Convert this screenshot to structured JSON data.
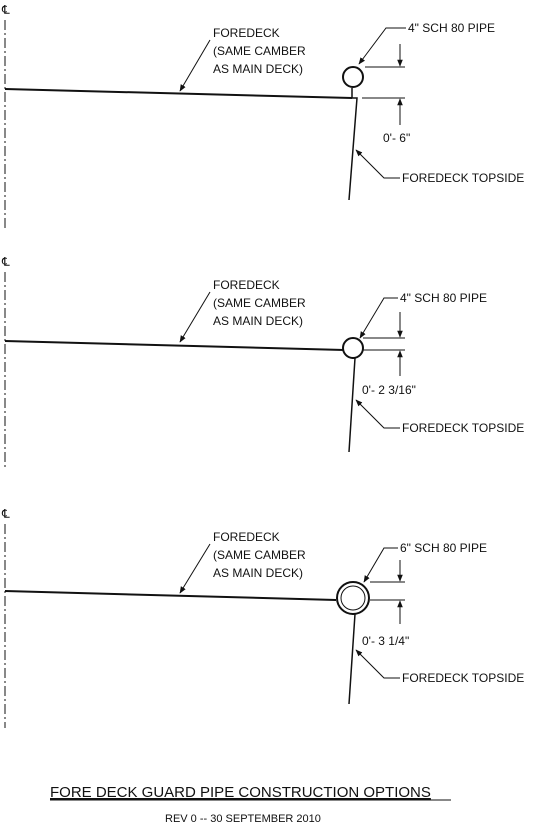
{
  "drawing": {
    "title": "FORE DECK GUARD PIPE CONSTRUCTION OPTIONS",
    "revision": "REV 0  --  30 SEPTEMBER 2010"
  },
  "details": [
    {
      "centerline_symbol": "℄",
      "deck_label": [
        "FOREDECK",
        "(SAME CAMBER",
        "AS MAIN DECK)"
      ],
      "pipe_label": "4\" SCH 80 PIPE",
      "dimension": "0'- 6\"",
      "topside_label": "FOREDECK TOPSIDE"
    },
    {
      "centerline_symbol": "℄",
      "deck_label": [
        "FOREDECK",
        "(SAME CAMBER",
        "AS MAIN DECK)"
      ],
      "pipe_label": "4\" SCH 80 PIPE",
      "dimension": "0'- 2  3/16\"",
      "topside_label": "FOREDECK TOPSIDE"
    },
    {
      "centerline_symbol": "℄",
      "deck_label": [
        "FOREDECK",
        "(SAME CAMBER",
        "AS MAIN DECK)"
      ],
      "pipe_label": "6\" SCH 80 PIPE",
      "dimension": "0'- 3  1/4\"",
      "topside_label": "FOREDECK TOPSIDE"
    }
  ]
}
